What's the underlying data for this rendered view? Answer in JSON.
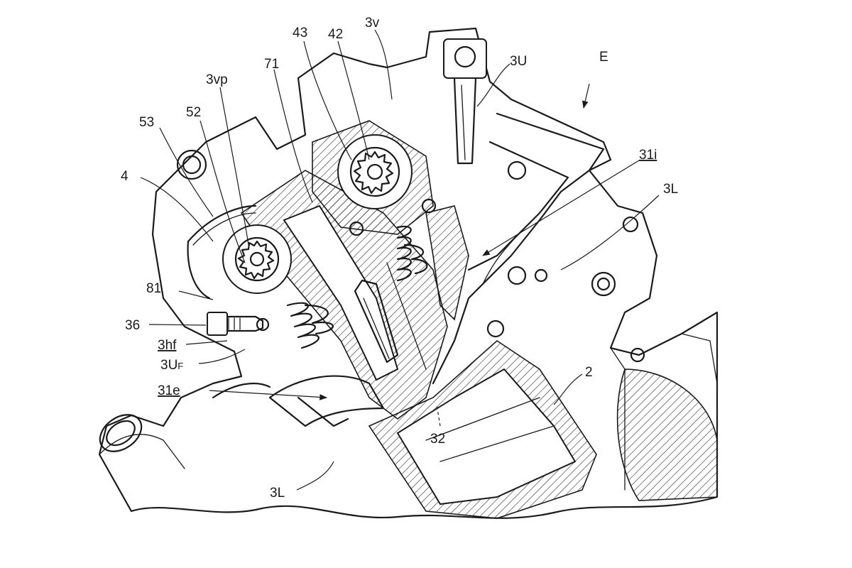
{
  "labels": {
    "E": "E",
    "l_3v": "3v",
    "l_43": "43",
    "l_42": "42",
    "l_3U": "3U",
    "l_71": "71",
    "l_3vp": "3vp",
    "l_52": "52",
    "l_53": "53",
    "l_31i": "31i",
    "l_4": "4",
    "l_3L_upper": "3L",
    "l_81": "81",
    "l_36": "36",
    "l_3hf": "3hf",
    "l_3U_main": "3U",
    "l_3U_sub": "F",
    "l_2": "2",
    "l_31e": "31e",
    "l_32": "32",
    "l_3L_lower": "3L"
  }
}
